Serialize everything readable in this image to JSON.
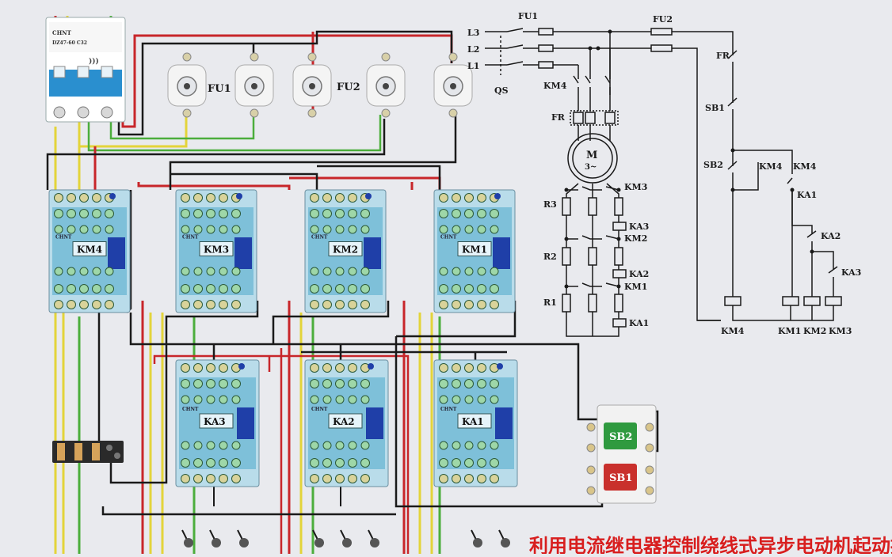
{
  "wiring": {
    "fuse_labels": [
      "FU1",
      "FU2"
    ],
    "contactors": [
      "KM4",
      "KM3",
      "KM2",
      "KM1"
    ],
    "relays": [
      "KA3",
      "KA2",
      "KA1"
    ],
    "buttons": [
      "SB2",
      "SB1"
    ],
    "breaker_brand": "CHNT",
    "relay_brand": "CHNT",
    "breaker_rating": "DZ47-60 C32"
  },
  "schematic": {
    "phases": [
      "L3",
      "L2",
      "L1"
    ],
    "switch": "QS",
    "fuse_main": "FU1",
    "fuse_ctrl": "FU2",
    "km4": "KM4",
    "fr": "FR",
    "motor": "M",
    "motor_sub": "3~",
    "resistors": [
      "R3",
      "R2",
      "R1"
    ],
    "km_contacts": [
      "KM3",
      "KM2",
      "KM1"
    ],
    "ka_coils": [
      "KA3",
      "KA2",
      "KA1"
    ],
    "ctrl_fr": "FR",
    "ctrl_sb1": "SB1",
    "ctrl_sb2": "SB2",
    "ctrl_km4a": "KM4",
    "ctrl_km4b": "KM4",
    "ctrl_ka1": "KA1",
    "ctrl_ka2": "KA2",
    "ctrl_ka3": "KA3",
    "coil_labels": [
      "KM4",
      "KM1",
      "KM2",
      "KM3"
    ]
  },
  "caption": "利用电流继电器控制绕线式异步电动机起动控制线路",
  "colors": {
    "wire_black": "#1a1a1a",
    "wire_red": "#c8262a",
    "wire_yellow": "#e3d43a",
    "wire_green": "#4cae3c",
    "module_body": "#b9dcea",
    "module_face": "#7ec0d9",
    "caption": "#d81e1e",
    "sb2_button": "#2f9a3f",
    "sb1_button": "#c9302c"
  }
}
